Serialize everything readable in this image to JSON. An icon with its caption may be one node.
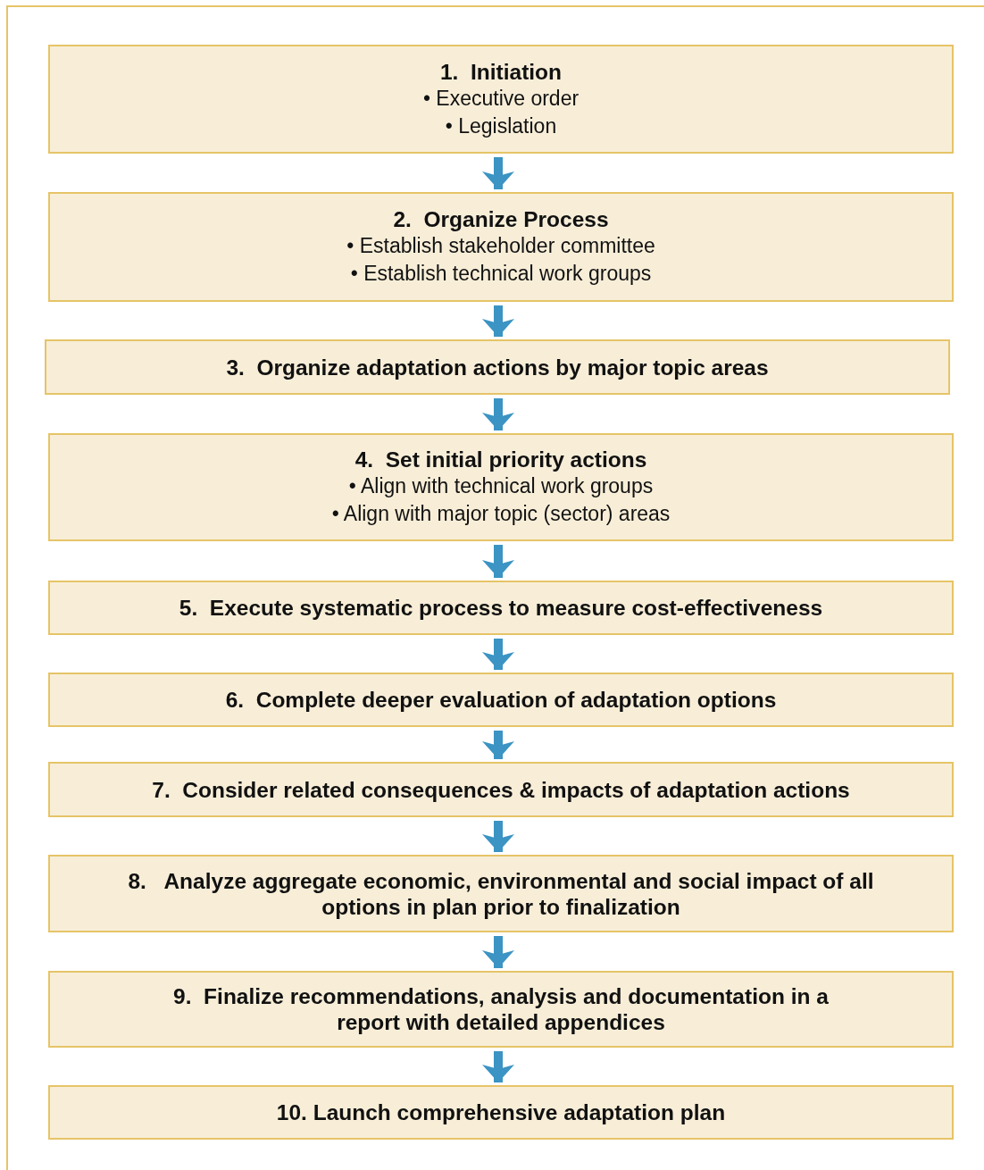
{
  "diagram": {
    "nodes": [
      {
        "text": [
          "1.  Initiation",
          "• Executive order",
          "• Legislation"
        ]
      },
      {
        "text": [
          "2.  Organize Process",
          "• Establish stakeholder committee",
          "• Establish technical work groups"
        ]
      },
      {
        "text": [
          "3.  Organize adaptation actions by major topic areas"
        ]
      },
      {
        "text": [
          "4.  Set initial priority actions",
          "• Align with technical work groups",
          "• Align with major topic (sector) areas"
        ]
      },
      {
        "text": [
          "5.  Execute systematic process to measure cost-effectiveness"
        ]
      },
      {
        "text": [
          "6.  Complete deeper evaluation of adaptation options"
        ]
      },
      {
        "text": [
          "7.  Consider related consequences & impacts of adaptation actions"
        ]
      },
      {
        "text": [
          "8.   Analyze aggregate economic, environmental and social impact of all options in plan prior to finalization"
        ]
      },
      {
        "text": [
          "9.  Finalize recommendations, analysis and documentation in a report with detailed appendices"
        ]
      },
      {
        "text": [
          "10. Launch comprehensive adaptation plan"
        ]
      }
    ],
    "edges": [
      {
        "from": 0,
        "to": 1,
        "arrow": "to"
      },
      {
        "from": 1,
        "to": 2,
        "arrow": "to"
      },
      {
        "from": 2,
        "to": 3,
        "arrow": "to"
      },
      {
        "from": 3,
        "to": 4,
        "arrow": "to"
      },
      {
        "from": 4,
        "to": 5,
        "arrow": "to"
      },
      {
        "from": 5,
        "to": 6,
        "arrow": "to"
      },
      {
        "from": 6,
        "to": 7,
        "arrow": "to"
      },
      {
        "from": 7,
        "to": 8,
        "arrow": "to"
      },
      {
        "from": 8,
        "to": 9,
        "arrow": "to"
      }
    ]
  }
}
